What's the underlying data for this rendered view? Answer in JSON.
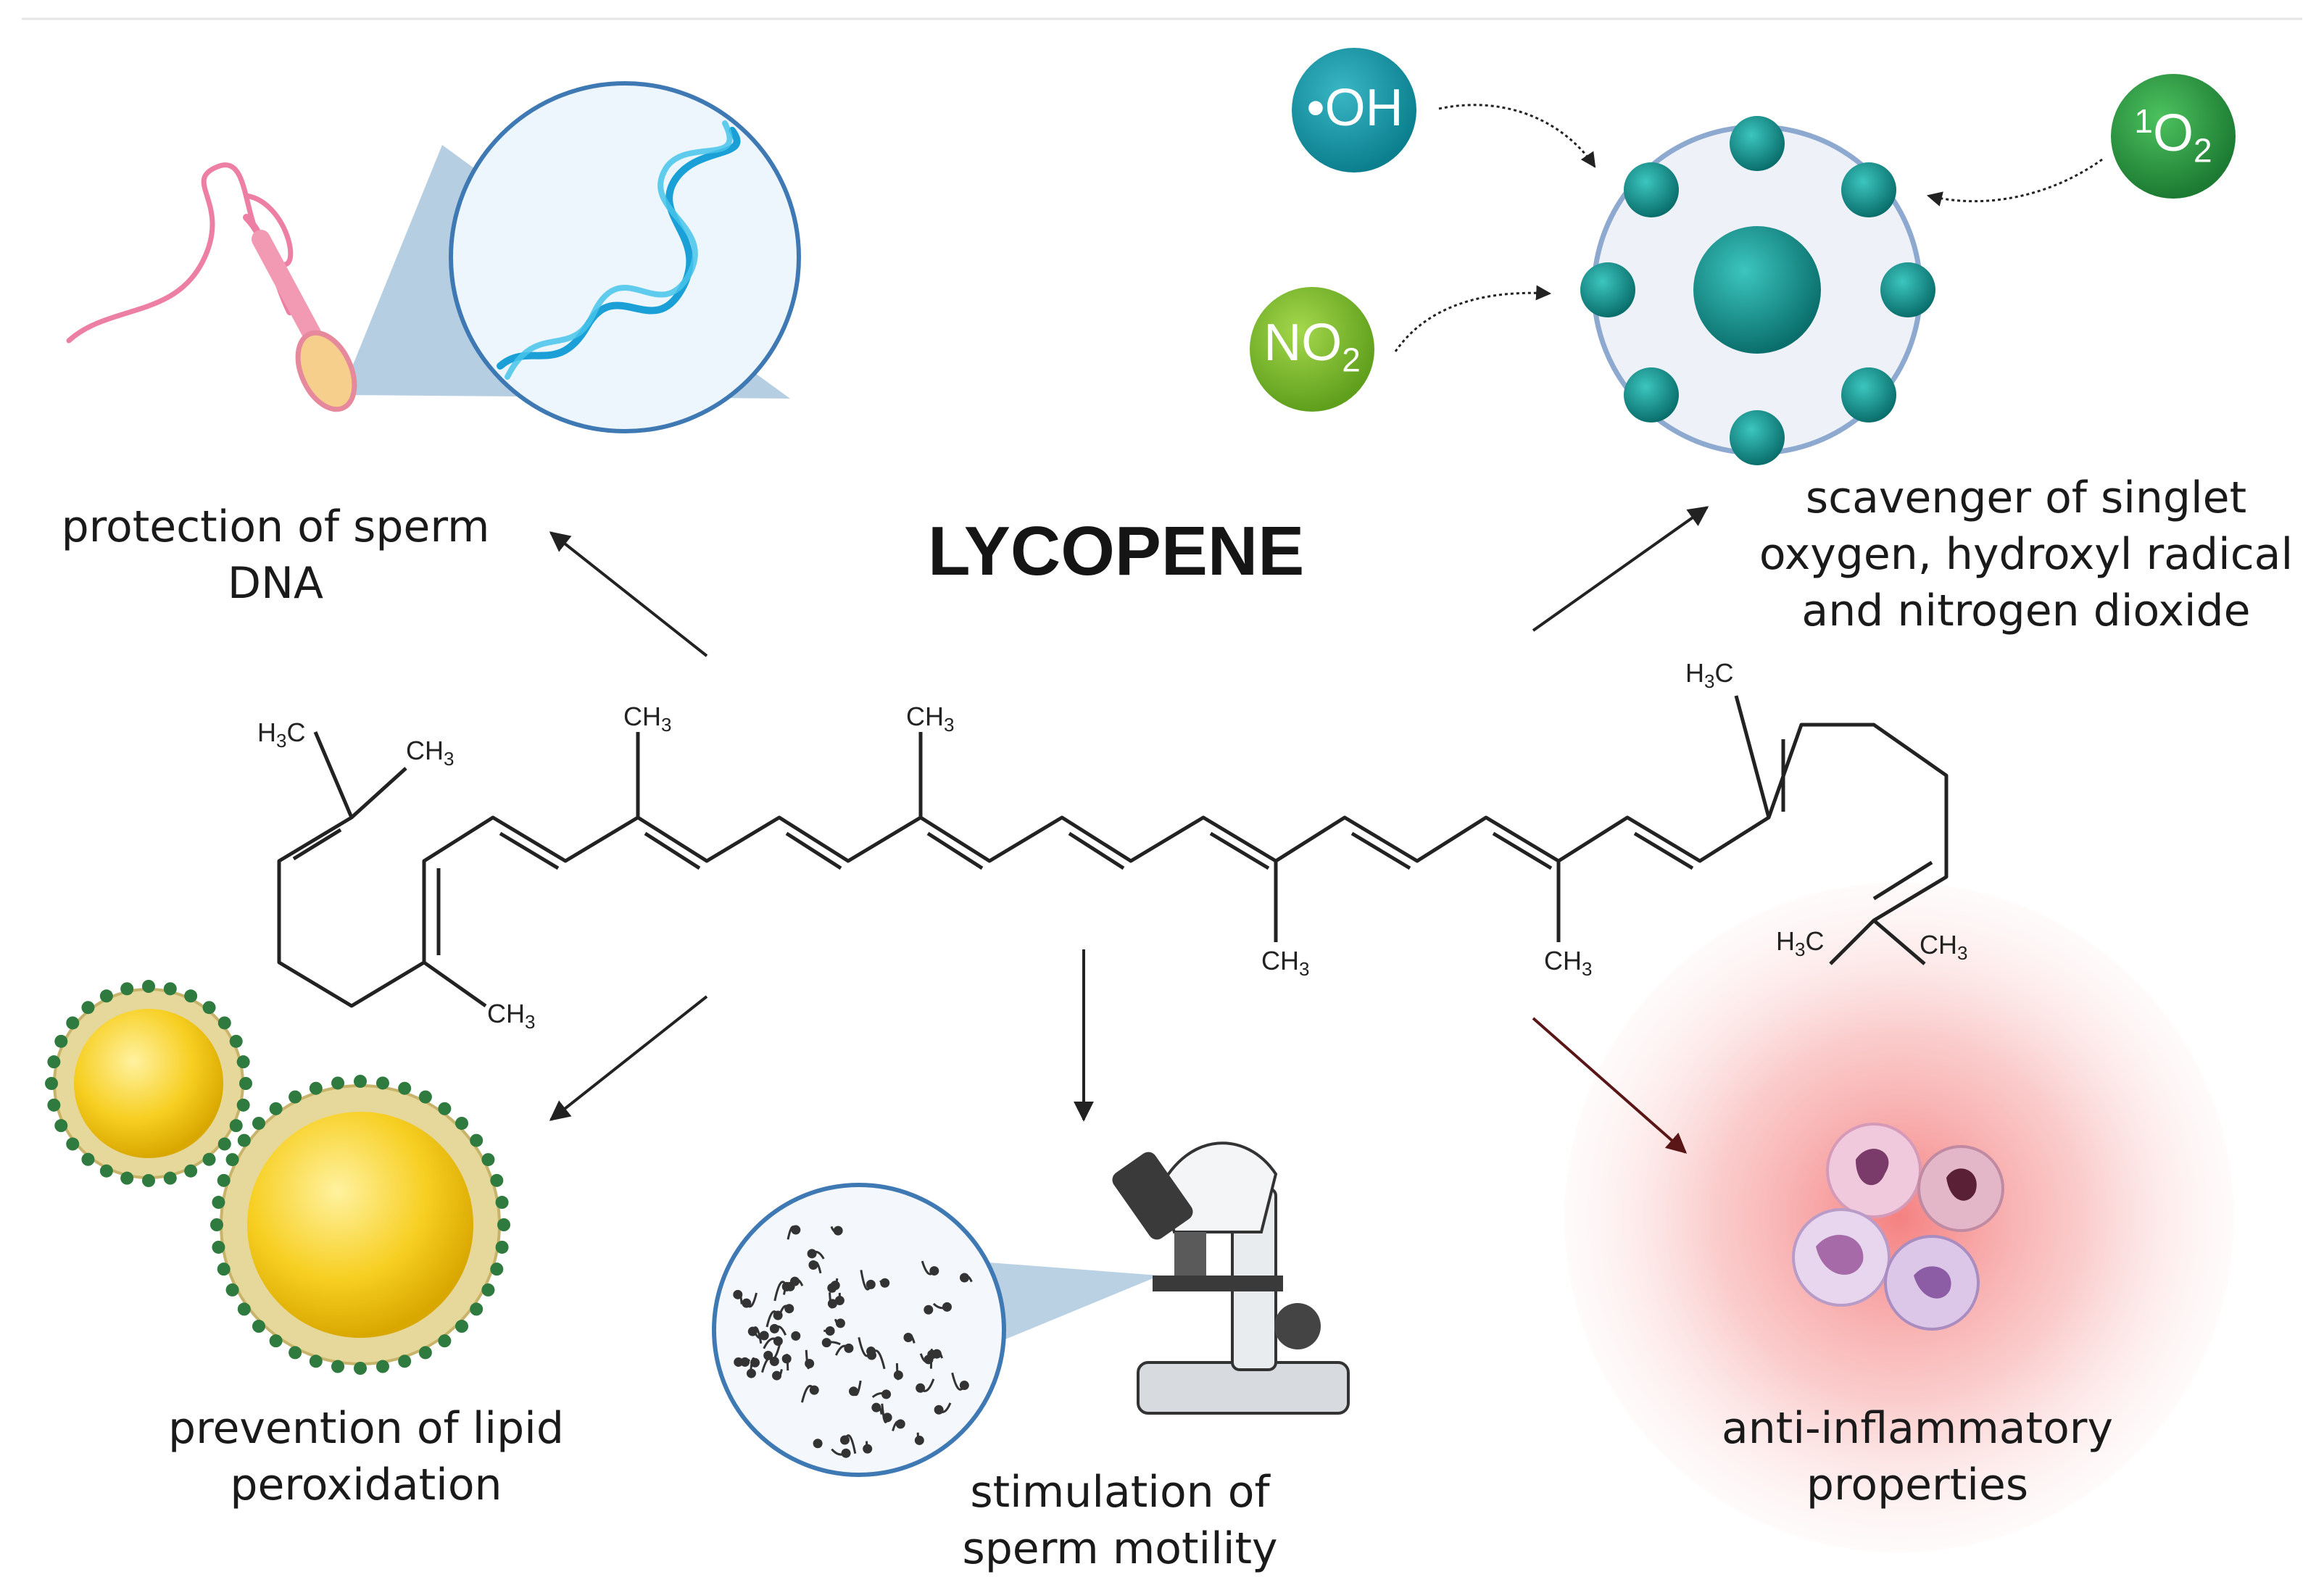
{
  "title": "LYCOPENE",
  "effects": {
    "dna": [
      "protection of sperm",
      "DNA"
    ],
    "scavenger": [
      "scavenger of singlet",
      "oxygen, hydroxyl radical",
      "and nitrogen dioxide"
    ],
    "lipid": [
      "prevention of lipid",
      "peroxidation"
    ],
    "motility": [
      "stimulation of",
      "sperm motility"
    ],
    "inflammatory": [
      "anti-inflammatory",
      "properties"
    ]
  },
  "radicals": {
    "hydroxyl": "•OH",
    "singlet_oxygen": "1",
    "singlet_oxygen_base": "O",
    "singlet_oxygen_sub": "2",
    "nitrogen_dioxide": "NO",
    "nitrogen_dioxide_sub": "2"
  },
  "groups": {
    "h3c": "H",
    "ch3": "CH",
    "three": "3",
    "c": "C"
  },
  "colors": {
    "teal": "#0e8a86",
    "green": "#2a9a45",
    "lime": "#7cbc2b",
    "yellow": "#f5c518",
    "pink": "#f7a9a9",
    "dna_blue": "#2aa9d8"
  }
}
